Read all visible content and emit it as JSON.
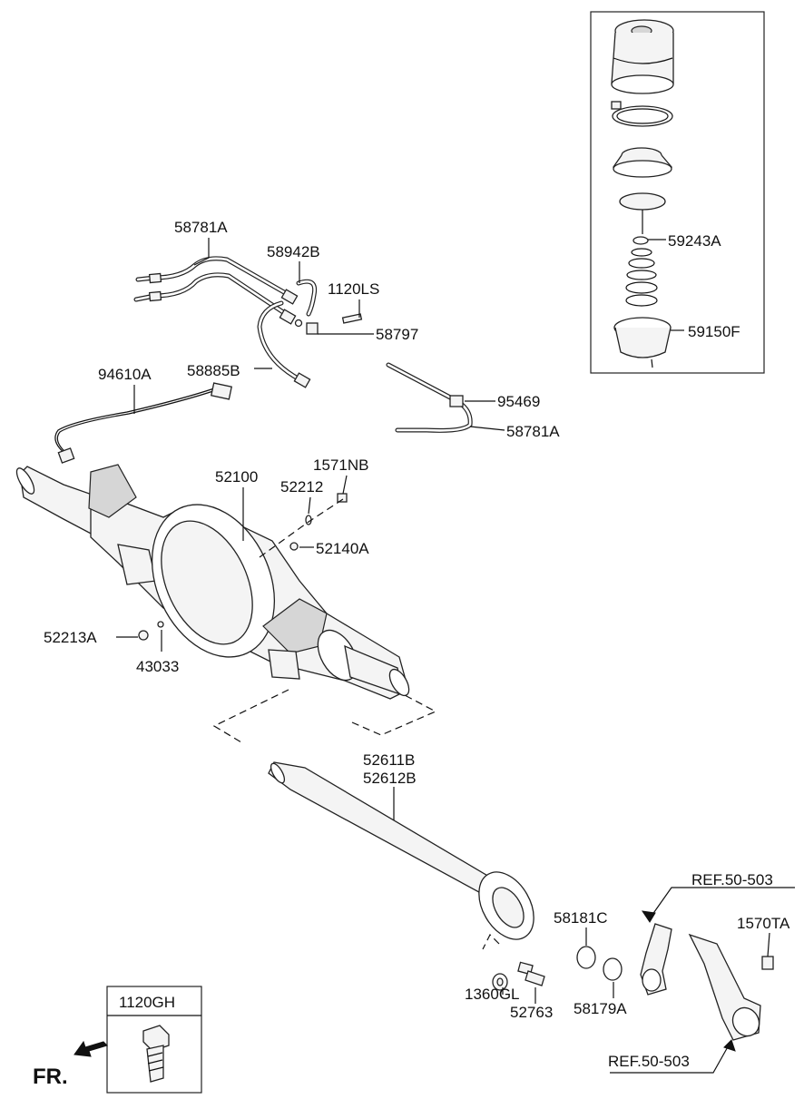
{
  "labels": {
    "l_58781A_top": "58781A",
    "l_58942B": "58942B",
    "l_1120LS": "1120LS",
    "l_58797": "58797",
    "l_94610A": "94610A",
    "l_58885B": "58885B",
    "l_95469": "95469",
    "l_58781A_right": "58781A",
    "l_59243A": "59243A",
    "l_59150F": "59150F",
    "l_1571NB": "1571NB",
    "l_52100": "52100",
    "l_52212": "52212",
    "l_52140A": "52140A",
    "l_52213A": "52213A",
    "l_43033": "43033",
    "l_52611B": "52611B",
    "l_52612B": "52612B",
    "l_REF_top": "REF.50-503",
    "l_58181C": "58181C",
    "l_1570TA": "1570TA",
    "l_1360GL": "1360GL",
    "l_52763": "52763",
    "l_58179A": "58179A",
    "l_REF_bottom": "REF.50-503",
    "l_1120GH": "1120GH",
    "l_FR": "FR."
  },
  "icons": {
    "front_arrow": "arrow-left-down-icon",
    "bolt": "hex-bolt-icon"
  },
  "colors": {
    "line": "#111111",
    "fill_light": "#f4f4f4",
    "fill_shade": "#d6d6d6",
    "background": "#ffffff"
  }
}
